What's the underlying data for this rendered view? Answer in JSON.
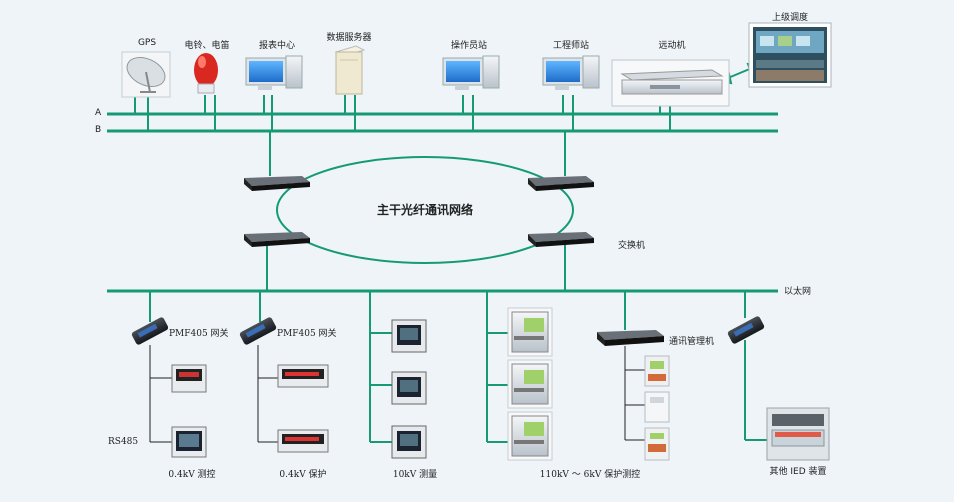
{
  "top_devices": {
    "gps": "GPS",
    "bell": "电铃、电笛",
    "report": "报表中心",
    "dataserver": "数据服务器",
    "operator": "操作员站",
    "engineer": "工程师站",
    "remote": "远动机",
    "dispatch": "上级调度"
  },
  "buses": {
    "a": "A",
    "b": "B"
  },
  "ring": {
    "label": "主干光纤通讯网络",
    "switch_label": "交换机"
  },
  "ethernet": "以太网",
  "lower": {
    "gateway1": "PMF405 网关",
    "gateway2": "PMF405 网关",
    "rs485": "RS485",
    "group1": "0.4kV 测控",
    "group2": "0.4kV 保护",
    "group3": "10kV 测量",
    "group4": "110kV ～ 6kV 保护测控",
    "comm_manager": "通讯管理机",
    "other_ied": "其他 IED 装置"
  },
  "colors": {
    "line": "#169a76",
    "background": "#eef4f8"
  }
}
